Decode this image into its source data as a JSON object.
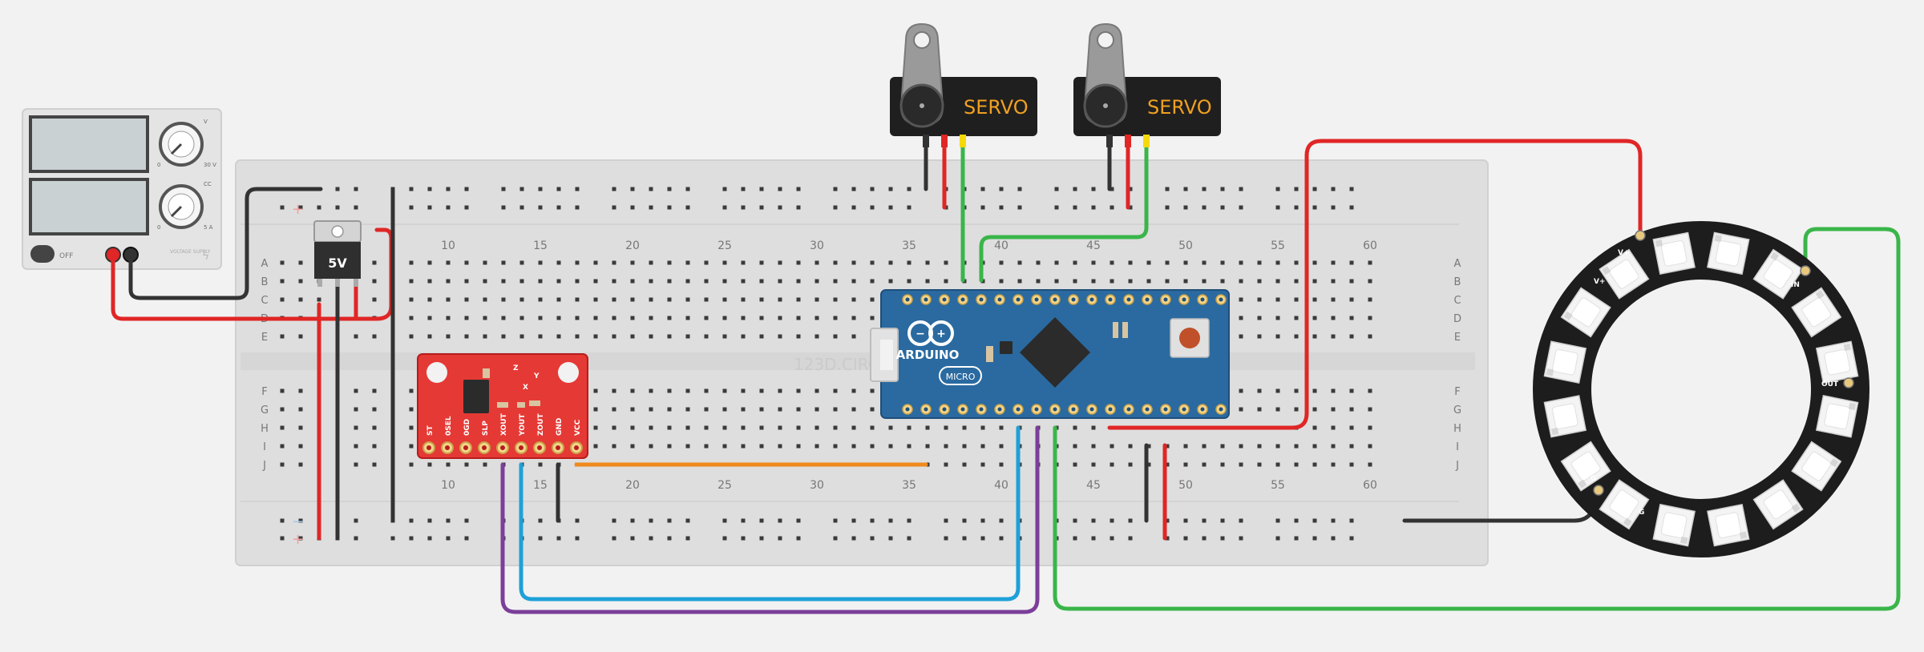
{
  "power_supply": {
    "labels": [
      "V",
      "30 V",
      "0",
      "CC",
      "5 A",
      "0"
    ],
    "off_label": "OFF",
    "brand": "VOLTAGE SUPPLY"
  },
  "regulator": {
    "label": "5V"
  },
  "breadboard": {
    "watermark": "123D.CIRC",
    "col_numbers": [
      "10",
      "15",
      "20",
      "25",
      "30",
      "35",
      "40",
      "45",
      "50",
      "55",
      "60"
    ],
    "row_labels_top": [
      "A",
      "B",
      "C",
      "D",
      "E"
    ],
    "row_labels_bottom": [
      "F",
      "G",
      "H",
      "I",
      "J"
    ],
    "rail_plus": "+",
    "rail_minus": "−"
  },
  "servos": [
    {
      "label": "SERVO"
    },
    {
      "label": "SERVO"
    }
  ],
  "accelerometer": {
    "pins": [
      "ST",
      "0SEL",
      "0GD",
      "SLP",
      "XOUT",
      "YOUT",
      "ZOUT",
      "GND",
      "VCC"
    ],
    "axes": [
      "Z",
      "Y",
      "X"
    ]
  },
  "arduino": {
    "brand": "ARDUINO",
    "model": "MICRO"
  },
  "neopixel": {
    "pads": [
      "V+",
      "V+",
      "IN",
      "OUT",
      "G",
      "G"
    ]
  },
  "colors": {
    "wire_red": "#e02626",
    "wire_black": "#333333",
    "wire_green": "#3ab54a",
    "wire_yellow": "#f5d90a",
    "wire_blue": "#1fa0d8",
    "wire_purple": "#7b3f99",
    "wire_orange": "#f08a1c",
    "arduino_blue": "#2a6aa0",
    "accel_red": "#e53935"
  }
}
